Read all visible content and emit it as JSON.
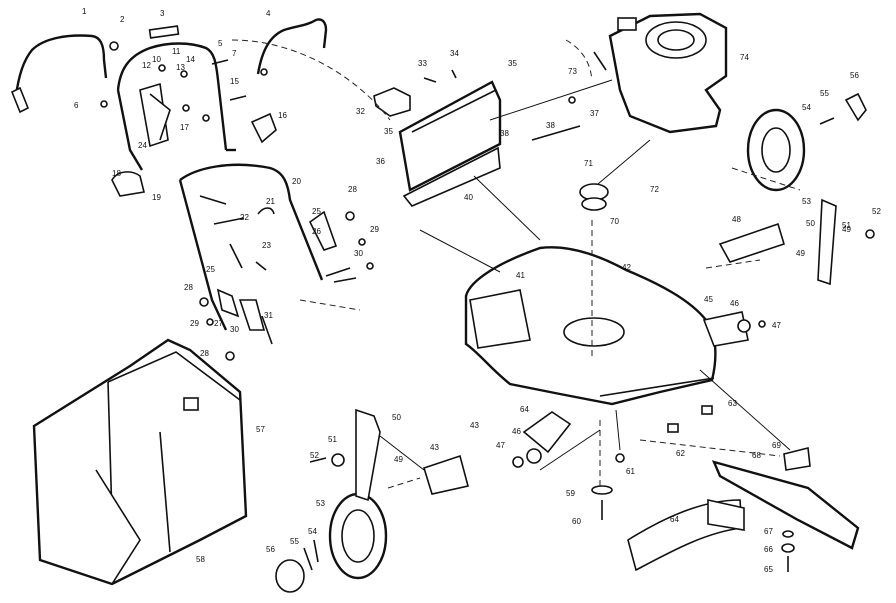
{
  "labels": [
    {
      "id": "p1",
      "text": "1"
    },
    {
      "id": "p2",
      "text": "2"
    },
    {
      "id": "p3",
      "text": "3"
    },
    {
      "id": "p4",
      "text": "4"
    },
    {
      "id": "p5",
      "text": "5"
    },
    {
      "id": "p6",
      "text": "6"
    },
    {
      "id": "p7",
      "text": "7"
    },
    {
      "id": "p10",
      "text": "10"
    },
    {
      "id": "p11",
      "text": "11"
    },
    {
      "id": "p12",
      "text": "12"
    },
    {
      "id": "p13",
      "text": "13"
    },
    {
      "id": "p14",
      "text": "14"
    },
    {
      "id": "p15",
      "text": "15"
    },
    {
      "id": "p16",
      "text": "16"
    },
    {
      "id": "p17",
      "text": "17"
    },
    {
      "id": "p18",
      "text": "18"
    },
    {
      "id": "p19",
      "text": "19"
    },
    {
      "id": "p20",
      "text": "20"
    },
    {
      "id": "p21",
      "text": "21"
    },
    {
      "id": "p22",
      "text": "22"
    },
    {
      "id": "p23",
      "text": "23"
    },
    {
      "id": "p24",
      "text": "24"
    },
    {
      "id": "p25a",
      "text": "25"
    },
    {
      "id": "p25b",
      "text": "25"
    },
    {
      "id": "p26",
      "text": "26"
    },
    {
      "id": "p27",
      "text": "27"
    },
    {
      "id": "p28a",
      "text": "28"
    },
    {
      "id": "p28b",
      "text": "28"
    },
    {
      "id": "p28c",
      "text": "28"
    },
    {
      "id": "p29a",
      "text": "29"
    },
    {
      "id": "p29b",
      "text": "29"
    },
    {
      "id": "p30a",
      "text": "30"
    },
    {
      "id": "p30b",
      "text": "30"
    },
    {
      "id": "p31",
      "text": "31"
    },
    {
      "id": "p32",
      "text": "32"
    },
    {
      "id": "p33",
      "text": "33"
    },
    {
      "id": "p34",
      "text": "34"
    },
    {
      "id": "p35a",
      "text": "35"
    },
    {
      "id": "p35b",
      "text": "35"
    },
    {
      "id": "p36",
      "text": "36"
    },
    {
      "id": "p37",
      "text": "37"
    },
    {
      "id": "p38a",
      "text": "38"
    },
    {
      "id": "p38b",
      "text": "38"
    },
    {
      "id": "p40",
      "text": "40"
    },
    {
      "id": "p41",
      "text": "41"
    },
    {
      "id": "p42",
      "text": "42"
    },
    {
      "id": "p43a",
      "text": "43"
    },
    {
      "id": "p43b",
      "text": "43"
    },
    {
      "id": "p45",
      "text": "45"
    },
    {
      "id": "p46a",
      "text": "46"
    },
    {
      "id": "p46b",
      "text": "46"
    },
    {
      "id": "p47a",
      "text": "47"
    },
    {
      "id": "p47b",
      "text": "47"
    },
    {
      "id": "p48",
      "text": "48"
    },
    {
      "id": "p49a",
      "text": "49"
    },
    {
      "id": "p49b",
      "text": "49"
    },
    {
      "id": "p49c",
      "text": "49"
    },
    {
      "id": "p50a",
      "text": "50"
    },
    {
      "id": "p50b",
      "text": "50"
    },
    {
      "id": "p51a",
      "text": "51"
    },
    {
      "id": "p51b",
      "text": "51"
    },
    {
      "id": "p52a",
      "text": "52"
    },
    {
      "id": "p52b",
      "text": "52"
    },
    {
      "id": "p53a",
      "text": "53"
    },
    {
      "id": "p53b",
      "text": "53"
    },
    {
      "id": "p54a",
      "text": "54"
    },
    {
      "id": "p54b",
      "text": "54"
    },
    {
      "id": "p55a",
      "text": "55"
    },
    {
      "id": "p55b",
      "text": "55"
    },
    {
      "id": "p56a",
      "text": "56"
    },
    {
      "id": "p56b",
      "text": "56"
    },
    {
      "id": "p57",
      "text": "57"
    },
    {
      "id": "p58",
      "text": "58"
    },
    {
      "id": "p59",
      "text": "59"
    },
    {
      "id": "p60",
      "text": "60"
    },
    {
      "id": "p61",
      "text": "61"
    },
    {
      "id": "p62",
      "text": "62"
    },
    {
      "id": "p63",
      "text": "63"
    },
    {
      "id": "p64a",
      "text": "64"
    },
    {
      "id": "p64b",
      "text": "64"
    },
    {
      "id": "p65",
      "text": "65"
    },
    {
      "id": "p66",
      "text": "66"
    },
    {
      "id": "p67",
      "text": "67"
    },
    {
      "id": "p68",
      "text": "68"
    },
    {
      "id": "p69",
      "text": "69"
    },
    {
      "id": "p70",
      "text": "70"
    },
    {
      "id": "p71",
      "text": "71"
    },
    {
      "id": "p72",
      "text": "72"
    },
    {
      "id": "p73",
      "text": "73"
    },
    {
      "id": "p74",
      "text": "74"
    }
  ]
}
